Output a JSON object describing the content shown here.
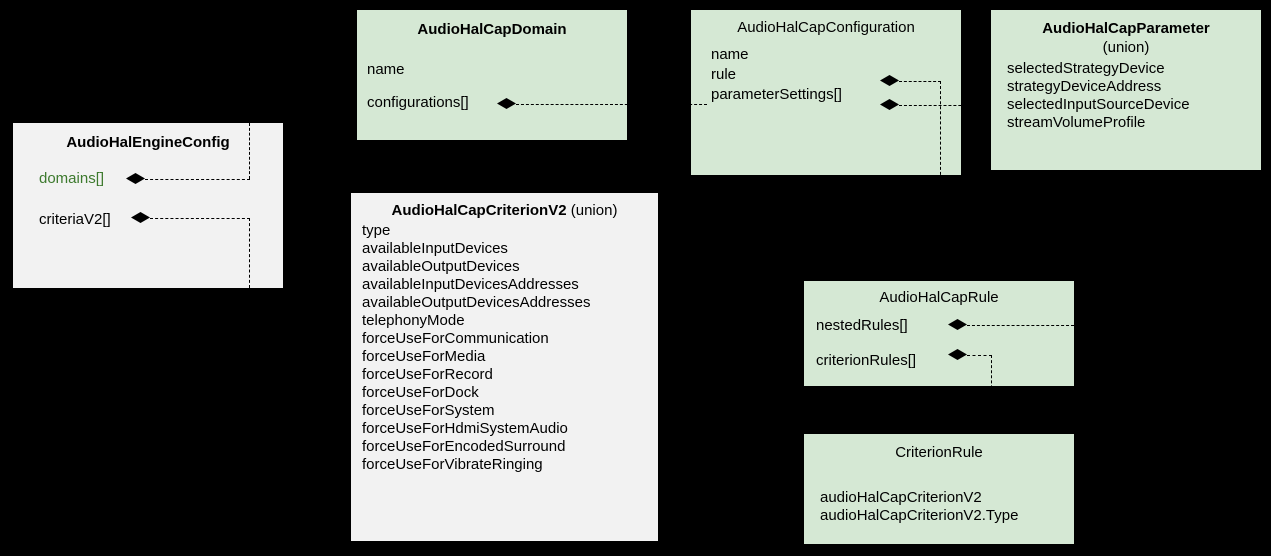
{
  "diagram": {
    "type": "uml-class-diagram",
    "background_color": "#000000",
    "class_fill_green": "#d5e8d4",
    "class_fill_grey": "#f2f2f2",
    "link_color_highlight": "#3d7a2e"
  },
  "classes": {
    "engine_config": {
      "title": "AudioHalEngineConfig",
      "title_suffix": "",
      "fill": "grey",
      "attributes": [
        {
          "label": "domains[]",
          "aggregation": true,
          "highlight": true
        },
        {
          "label": "criteriaV2[]",
          "aggregation": true,
          "highlight": false
        }
      ]
    },
    "cap_domain": {
      "title": "AudioHalCapDomain",
      "title_suffix": "",
      "fill": "green",
      "attributes": [
        {
          "label": "name",
          "aggregation": false,
          "highlight": false
        },
        {
          "label": "configurations[]",
          "aggregation": true,
          "highlight": false
        }
      ]
    },
    "cap_configuration": {
      "title": "AudioHalCapConfiguration",
      "title_suffix": "",
      "fill": "green",
      "attributes": [
        {
          "label": "name",
          "aggregation": false,
          "highlight": false
        },
        {
          "label": "rule",
          "aggregation": true,
          "highlight": false
        },
        {
          "label": "parameterSettings[]",
          "aggregation": true,
          "highlight": false
        }
      ]
    },
    "cap_parameter": {
      "title": "AudioHalCapParameter",
      "title_suffix": "(union)",
      "fill": "green",
      "attributes": [
        {
          "label": "selectedStrategyDevice",
          "aggregation": false,
          "highlight": false
        },
        {
          "label": "strategyDeviceAddress",
          "aggregation": false,
          "highlight": false
        },
        {
          "label": "selectedInputSourceDevice",
          "aggregation": false,
          "highlight": false
        },
        {
          "label": "streamVolumeProfile",
          "aggregation": false,
          "highlight": false
        }
      ]
    },
    "cap_criterion_v2": {
      "title": "AudioHalCapCriterionV2",
      "title_suffix": " (union)",
      "fill": "grey",
      "attributes": [
        {
          "label": "type",
          "aggregation": false,
          "highlight": false
        },
        {
          "label": "availableInputDevices",
          "aggregation": false,
          "highlight": false
        },
        {
          "label": "availableOutputDevices",
          "aggregation": false,
          "highlight": false
        },
        {
          "label": "availableInputDevicesAddresses",
          "aggregation": false,
          "highlight": false
        },
        {
          "label": "availableOutputDevicesAddresses",
          "aggregation": false,
          "highlight": false
        },
        {
          "label": "telephonyMode",
          "aggregation": false,
          "highlight": false
        },
        {
          "label": "forceUseForCommunication",
          "aggregation": false,
          "highlight": false
        },
        {
          "label": "forceUseForMedia",
          "aggregation": false,
          "highlight": false
        },
        {
          "label": "forceUseForRecord",
          "aggregation": false,
          "highlight": false
        },
        {
          "label": "forceUseForDock",
          "aggregation": false,
          "highlight": false
        },
        {
          "label": "forceUseForSystem",
          "aggregation": false,
          "highlight": false
        },
        {
          "label": "forceUseForHdmiSystemAudio",
          "aggregation": false,
          "highlight": false
        },
        {
          "label": "forceUseForEncodedSurround",
          "aggregation": false,
          "highlight": false
        },
        {
          "label": "forceUseForVibrateRinging",
          "aggregation": false,
          "highlight": false
        }
      ]
    },
    "cap_rule": {
      "title": "AudioHalCapRule",
      "title_suffix": "",
      "fill": "green",
      "attributes": [
        {
          "label": "nestedRules[]",
          "aggregation": true,
          "highlight": false
        },
        {
          "label": "criterionRules[]",
          "aggregation": true,
          "highlight": false
        }
      ]
    },
    "criterion_rule": {
      "title": "CriterionRule",
      "title_suffix": "",
      "fill": "green",
      "attributes": [
        {
          "label": "audioHalCapCriterionV2",
          "aggregation": false,
          "highlight": false
        },
        {
          "label": "audioHalCapCriterionV2.Type",
          "aggregation": false,
          "highlight": false
        }
      ]
    }
  },
  "relations": [
    {
      "from": "engine_config.domains[]",
      "to": "cap_domain"
    },
    {
      "from": "engine_config.criteriaV2[]",
      "to": "cap_criterion_v2"
    },
    {
      "from": "cap_domain.configurations[]",
      "to": "cap_configuration"
    },
    {
      "from": "cap_configuration.rule",
      "to": "cap_rule"
    },
    {
      "from": "cap_configuration.parameterSettings[]",
      "to": "cap_parameter"
    },
    {
      "from": "cap_rule.nestedRules[]",
      "to": "cap_rule"
    },
    {
      "from": "cap_rule.criterionRules[]",
      "to": "criterion_rule"
    }
  ]
}
